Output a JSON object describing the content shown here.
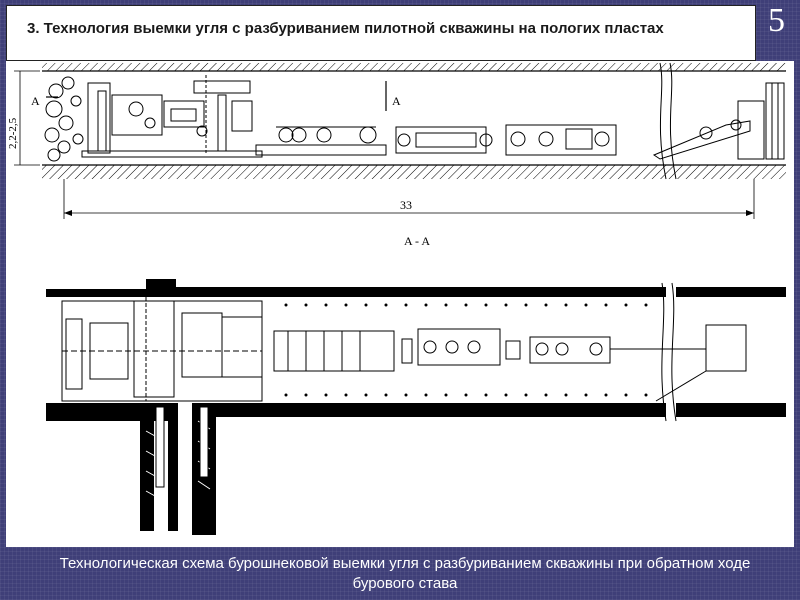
{
  "slide": {
    "number": "5",
    "title": "3. Технология выемки угля с разбуриванием пилотной скважины на пологих пластах",
    "caption": "Технологическая схема бурошнековой выемки угля с разбуриванием скважины при обратном ходе бурового става"
  },
  "figure": {
    "section_marker": "A",
    "height_dimension": "2,2-2,5",
    "length_dimension": "33",
    "section_label": "A - A"
  }
}
